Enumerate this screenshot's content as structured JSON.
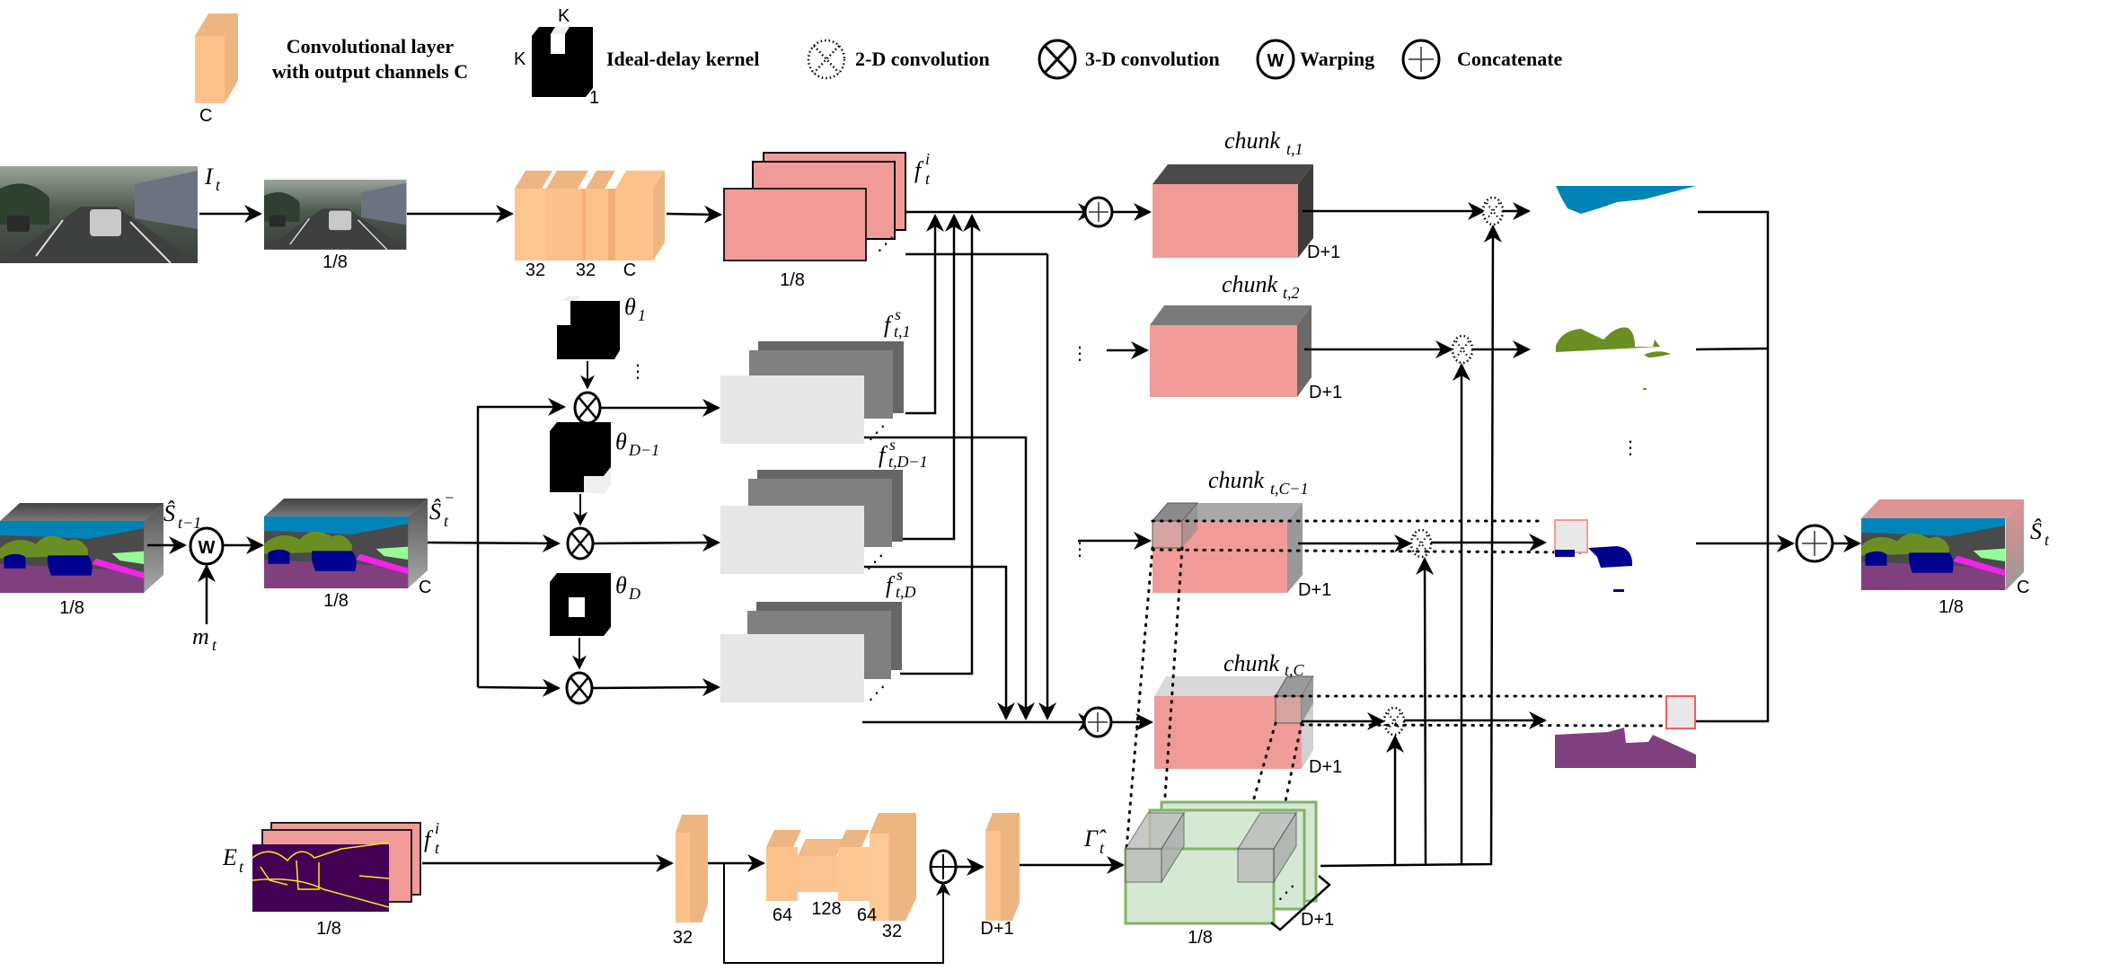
{
  "figure": {
    "title": "Semantic segmentation propagation network architecture",
    "legend": {
      "conv_layer": {
        "line1": "Convolutional layer",
        "line2": "with output channels C",
        "dim": "C"
      },
      "ideal_delay_kernel": {
        "label": "Ideal-delay kernel",
        "dim_top": "K",
        "dim_left": "K",
        "dim_depth": "1"
      },
      "conv2d": {
        "label": "2-D convolution"
      },
      "conv3d": {
        "label": "3-D convolution"
      },
      "warping": {
        "label": "Warping",
        "glyph": "W"
      },
      "concatenate": {
        "label": "Concatenate"
      }
    },
    "colors": {
      "conv_orange": "#FDC28C",
      "conv_orange_side": "#EDB582",
      "feature_pink": "#F09B98",
      "feature_gray_light": "#E6E6E6",
      "feature_gray_mid": "#808080",
      "feature_gray_dark": "#666666",
      "gamma_green": "#D5E8D4",
      "gamma_green_border": "#82B366",
      "seg_sky": "#0084B8",
      "seg_vegetation": "#6B8E23",
      "seg_car": "#00008E",
      "seg_road": "#804080"
    },
    "image_branch": {
      "input_label_main": "I",
      "input_label_sub": "t",
      "downsample_label": "1/8",
      "conv_dims": [
        "32",
        "32",
        "C"
      ],
      "feature_label_main": "f",
      "feature_label_sup": "i",
      "feature_label_sub": "t",
      "feature_scale": "1/8"
    },
    "semantic_branch": {
      "prev_label_main": "Ŝ",
      "prev_label_sub": "t−1",
      "prev_scale": "1/8",
      "warp_glyph": "W",
      "motion_label_main": "m",
      "motion_label_sub": "t",
      "warped_label_main": "Ŝ",
      "warped_label_sup": "−",
      "warped_label_sub": "t",
      "warped_scale": "1/8",
      "warped_dim": "C",
      "kernels": [
        {
          "label_main": "θ",
          "label_sub": "1"
        },
        {
          "label_main": "θ",
          "label_sub": "D−1"
        },
        {
          "label_main": "θ",
          "label_sub": "D"
        }
      ],
      "shifted_features": [
        {
          "label_main": "f",
          "label_sup": "s",
          "label_sub": "t,1"
        },
        {
          "label_main": "f",
          "label_sup": "s",
          "label_sub": "t,D−1"
        },
        {
          "label_main": "f",
          "label_sup": "s",
          "label_sub": "t,D"
        }
      ]
    },
    "chunks": [
      {
        "label_main": "chunk",
        "label_sub": "t,1",
        "depth": "D+1"
      },
      {
        "label_main": "chunk",
        "label_sub": "t,2",
        "depth": "D+1"
      },
      {
        "label_main": "chunk",
        "label_sub": "t,C−1",
        "depth": "D+1"
      },
      {
        "label_main": "chunk",
        "label_sub": "t,C",
        "depth": "D+1"
      }
    ],
    "edge_branch": {
      "edge_label_main": "E",
      "edge_label_sub": "t",
      "feature_label_main": "f",
      "feature_label_sup": "i",
      "feature_label_sub": "t",
      "scale": "1/8",
      "conv_dims": [
        "32",
        "64",
        "128",
        "64",
        "32",
        "D+1"
      ],
      "gamma_label_main": "Γ̂",
      "gamma_label_sub": "t",
      "gamma_scale": "1/8",
      "gamma_depth": "D+1"
    },
    "output": {
      "label_main": "Ŝ",
      "label_sub": "t",
      "scale": "1/8",
      "dim": "C"
    }
  }
}
